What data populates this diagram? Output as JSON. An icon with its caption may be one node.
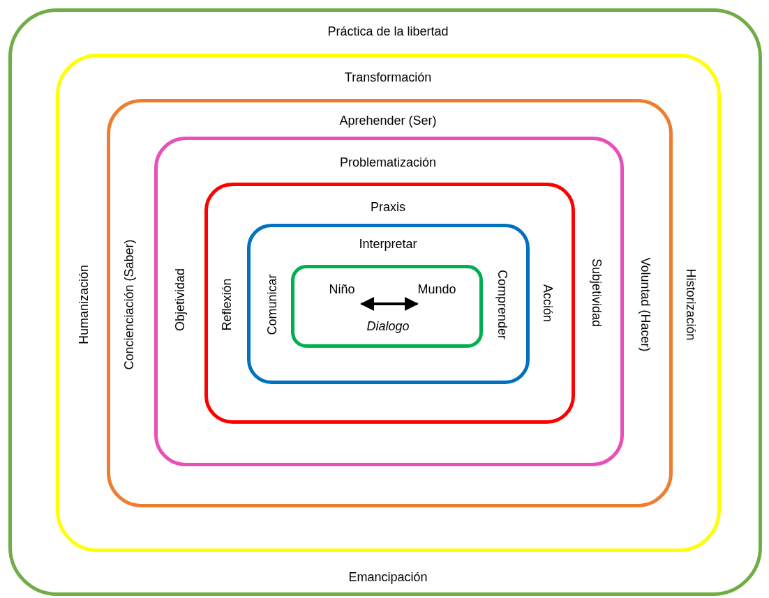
{
  "diagram": {
    "nodes": [
      {
        "text": [
          "Práctica de la libertad",
          "Emancipación"
        ]
      },
      {
        "text": [
          "Transformación",
          "Humanización",
          "Historización"
        ],
        "in": 0
      },
      {
        "text": [
          "Aprehender (Ser)",
          "Concienciación (Saber)",
          "Voluntad (Hacer)"
        ],
        "in": 1
      },
      {
        "text": [
          "Problematización",
          "Objetividad",
          "Subjetividad"
        ],
        "in": 2
      },
      {
        "text": [
          "Praxis",
          "Reflexión",
          "Acción"
        ],
        "in": 3
      },
      {
        "text": [
          "Interpretar",
          "Comunicar",
          "Comprender"
        ],
        "in": 4
      },
      {
        "text": [],
        "shape": "box",
        "in": 5
      },
      {
        "text": [
          "Niño"
        ],
        "in": 6
      },
      {
        "text": [
          "Mundo"
        ],
        "in": 6
      }
    ],
    "edges": [
      {
        "from": 7,
        "to": 8,
        "arrow": "both",
        "label": "Dialogo"
      }
    ]
  }
}
